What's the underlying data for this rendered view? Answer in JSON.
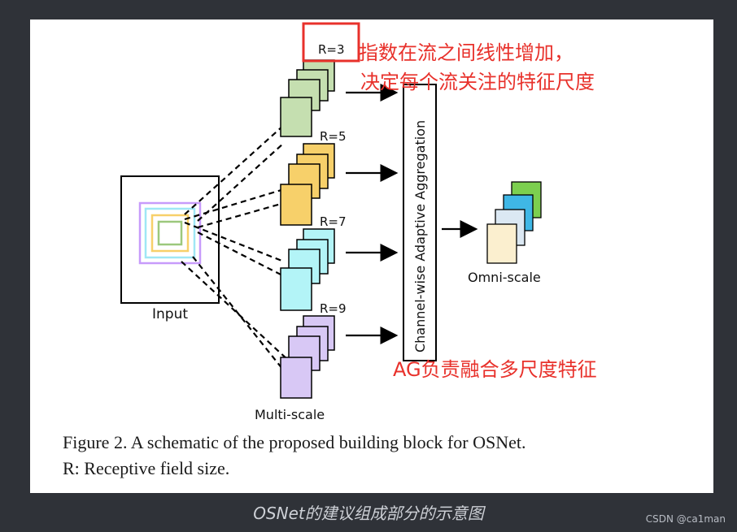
{
  "diagram": {
    "input_label": "Input",
    "multiscale_label": "Multi-scale",
    "aggregation_label": "Channel-wise Adaptive Aggregation",
    "omni_label": "Omni-scale",
    "streams": [
      {
        "label": "R=3",
        "color": "#c5dfb0"
      },
      {
        "label": "R=5",
        "color": "#f7d06a"
      },
      {
        "label": "R=7",
        "color": "#b3f4f7"
      },
      {
        "label": "R=9",
        "color": "#d8c8f5"
      }
    ],
    "omni_colors": [
      "#7ccf4f",
      "#3fb7e6",
      "#dbe8f3",
      "#fbefcf"
    ],
    "input_square_colors": [
      "#c79bfb",
      "#9fe7f5",
      "#f7d06a",
      "#9cc87c"
    ]
  },
  "caption": {
    "line1": "Figure 2. A schematic of the proposed building block for OSNet.",
    "line2": "R: Receptive field size."
  },
  "annotations": {
    "top_line1": "指数在流之间线性增加，",
    "top_line2": "决定每个流关注的特征尺度",
    "bottom": "AG负责融合多尺度特征",
    "highlight_color": "#e8312b"
  },
  "page_caption": "OSNet的建议组成部分的示意图",
  "watermark": "CSDN @ca1man"
}
